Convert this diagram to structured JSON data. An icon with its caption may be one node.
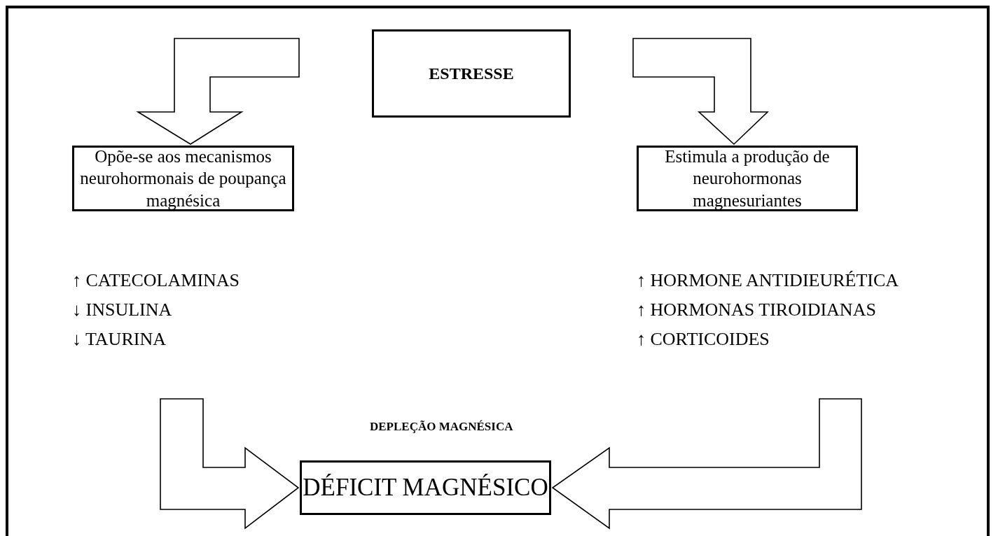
{
  "diagram": {
    "nodes": [
      {
        "text": [
          "ESTRESSE"
        ]
      },
      {
        "text": [
          "Opõe-se aos mecanismos neurohormonais de poupança magnésica"
        ]
      },
      {
        "text": [
          "Estimula a produção de neurohormonas magnesuriantes"
        ]
      },
      {
        "text": [
          "↑ CATECOLAMINAS",
          "↓ INSULINA",
          "↓ TAURINA"
        ]
      },
      {
        "text": [
          "↑ HORMONE ANTIDIEURÉTICA",
          "↑ HORMONAS TIROIDIANAS",
          "↑ CORTICOIDES"
        ]
      },
      {
        "text": [
          "DÉFICIT MAGNÉSICO"
        ]
      }
    ],
    "edges": [
      {
        "from": 0,
        "to": 1,
        "arrow": "to"
      },
      {
        "from": 0,
        "to": 2,
        "arrow": "to"
      },
      {
        "from": 3,
        "to": 5,
        "arrow": "to"
      },
      {
        "from": 4,
        "to": 5,
        "arrow": "to"
      }
    ],
    "labels": [
      "DEPLEÇÃO MAGNÉSICA"
    ]
  }
}
